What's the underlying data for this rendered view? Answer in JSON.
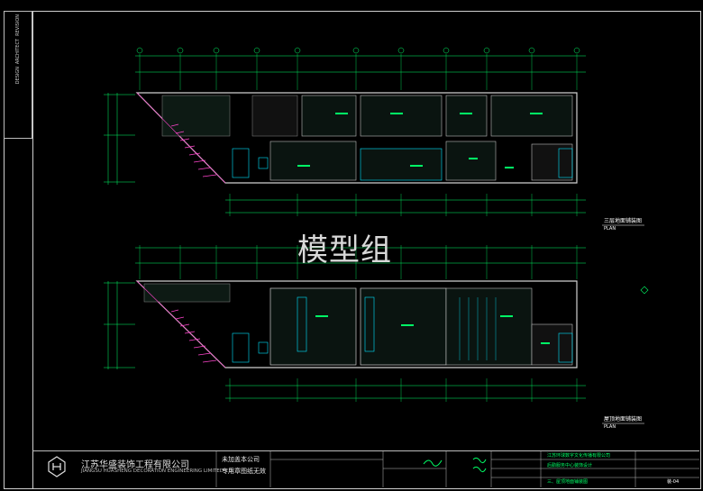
{
  "watermark": "模型组",
  "plans": [
    {
      "title": "三层地面铺装图",
      "subtitle": "PLAN"
    },
    {
      "title": "屋顶地面铺装图",
      "subtitle": "PLAN"
    }
  ],
  "titleblock": {
    "company_cn": "江苏华盛装饰工程有限公司",
    "company_en": "JIANGSU HUASHENG DECORATION ENGINEERING LIMITED CO.",
    "note1": "未加盖本公司",
    "note2": "专用章图纸无效",
    "project": "江苏环球数字文化传播有限公司",
    "drawing": "后勤服务中心装饰设计",
    "sheet_name": "三、屋顶地面铺装图",
    "sheet_no": "装-04"
  },
  "colors": {
    "wall": "#cfcfcf",
    "green": "#00ff66",
    "cyan": "#00e5ff",
    "magenta": "#ff44cc",
    "yellow": "#ffff66"
  }
}
